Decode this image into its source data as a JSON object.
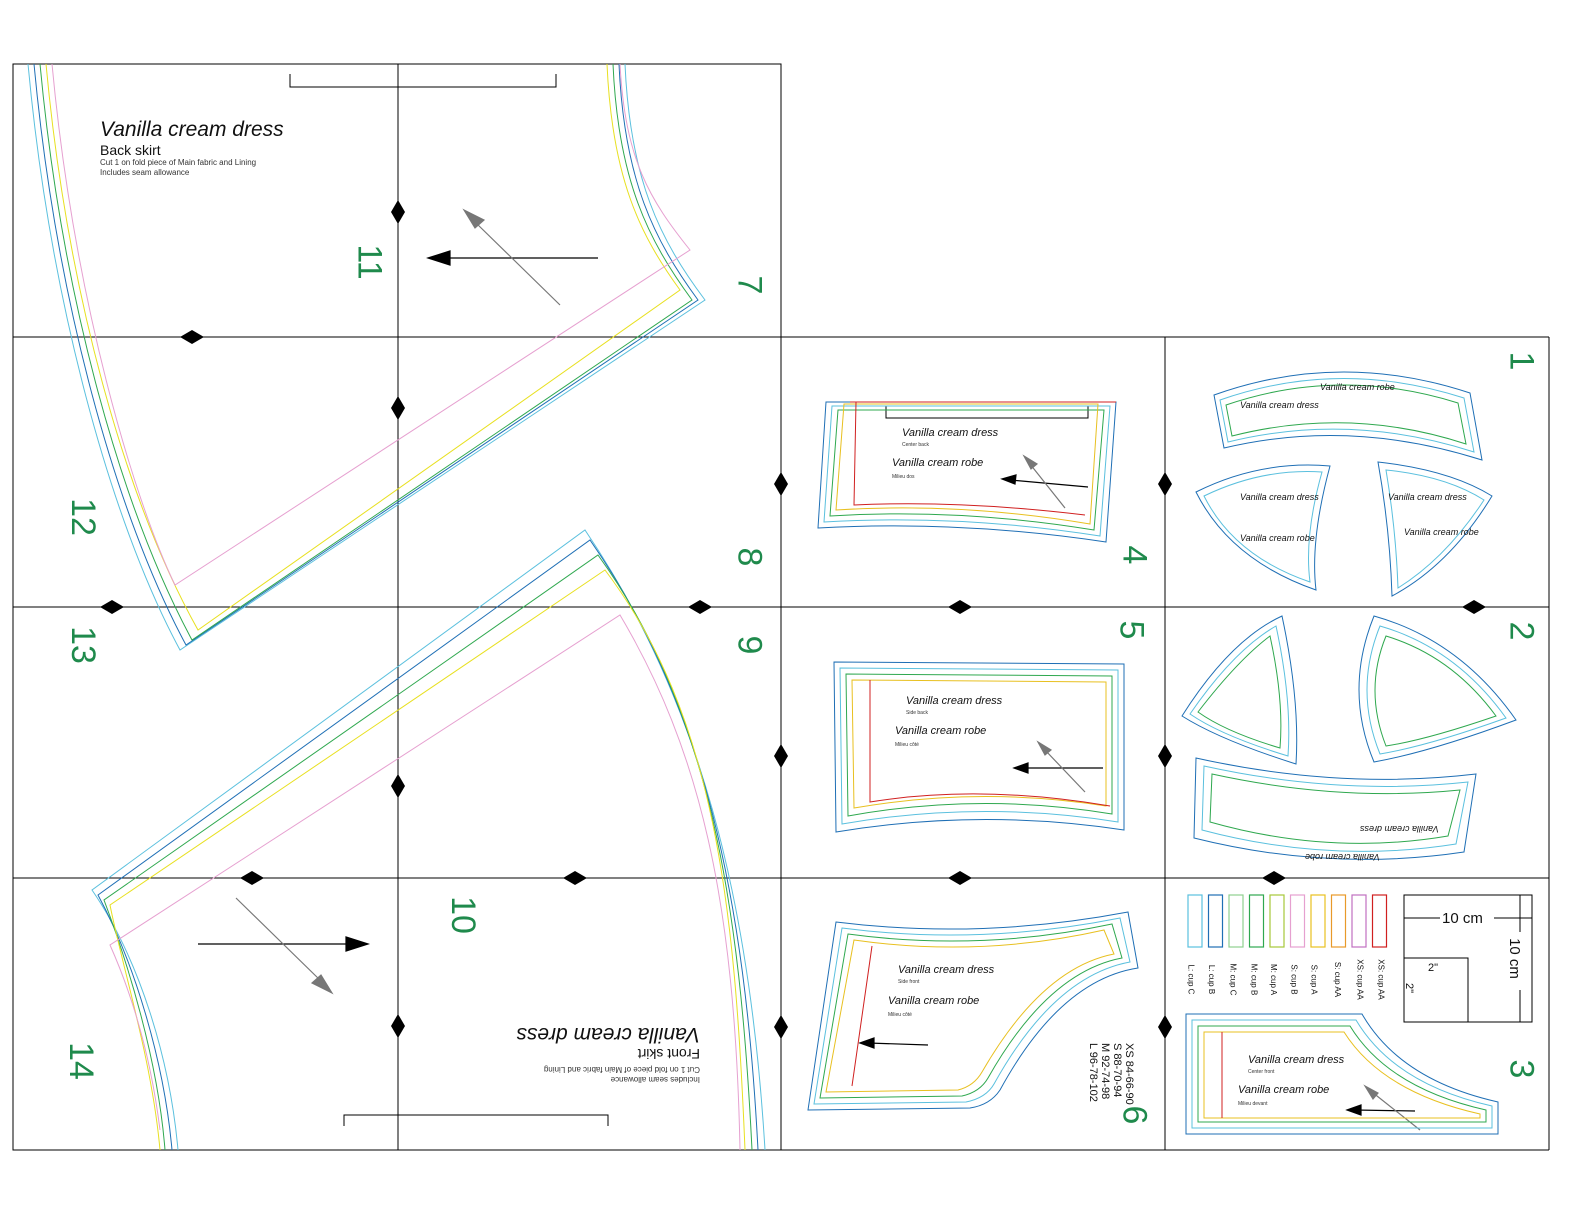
{
  "document": {
    "page_numbers": [
      "1",
      "2",
      "3",
      "4",
      "5",
      "6",
      "7",
      "8",
      "9",
      "10",
      "11",
      "12",
      "13",
      "14"
    ],
    "back_skirt": {
      "title": "Vanilla cream dress",
      "piece": "Back skirt",
      "cut_note": "Cut 1 on fold piece of Main fabric and Lining",
      "seam_note": "Includes seam allowance"
    },
    "front_skirt": {
      "title": "Vanilla cream dress",
      "piece": "Front skirt",
      "cut_note": "Cut 1 on fold piece of Main fabric and Lining",
      "seam_note": "Includes seam allowance"
    },
    "center_back": {
      "title_en": "Vanilla cream dress",
      "piece_en": "Center back",
      "title_fr": "Vanilla cream robe",
      "piece_fr": "Milieu dos"
    },
    "side_back": {
      "title_en": "Vanilla cream dress",
      "piece_en": "Side back",
      "title_fr": "Vanilla cream robe",
      "piece_fr": "Milieu côté"
    },
    "side_front": {
      "title_en": "Vanilla cream dress",
      "piece_en": "Side front",
      "title_fr": "Vanilla cream robe",
      "piece_fr": "Milieu côté"
    },
    "center_front": {
      "title_en": "Vanilla cream dress",
      "piece_en": "Center front",
      "title_fr": "Vanilla cream robe",
      "piece_fr": "Milieu devant"
    },
    "cup_pieces": {
      "dress_label": "Vanilla cream dress",
      "robe_label": "Vanilla cream robe"
    },
    "size_chart": [
      "L 96-78-102",
      "M 92-74-98",
      "S 88-70-94",
      "XS 84-66-90"
    ],
    "size_legend": [
      {
        "label": "L: cup C",
        "color": "#5bc0de"
      },
      {
        "label": "L: cup B",
        "color": "#1f6fb5"
      },
      {
        "label": "M: cup C",
        "color": "#8fd08f"
      },
      {
        "label": "M: cup B",
        "color": "#2fa84f"
      },
      {
        "label": "M: cup A",
        "color": "#a6c93a"
      },
      {
        "label": "S: cup B",
        "color": "#e6a0d0"
      },
      {
        "label": "S: cup A",
        "color": "#e8c020"
      },
      {
        "label": "S: cup AA",
        "color": "#e89a2a"
      },
      {
        "label": "XS: cup AA",
        "color": "#c070c0"
      },
      {
        "label": "XS: cup AA",
        "color": "#d02020"
      }
    ],
    "scale": {
      "cm_label": "10 cm",
      "inch_label": "2\""
    }
  }
}
